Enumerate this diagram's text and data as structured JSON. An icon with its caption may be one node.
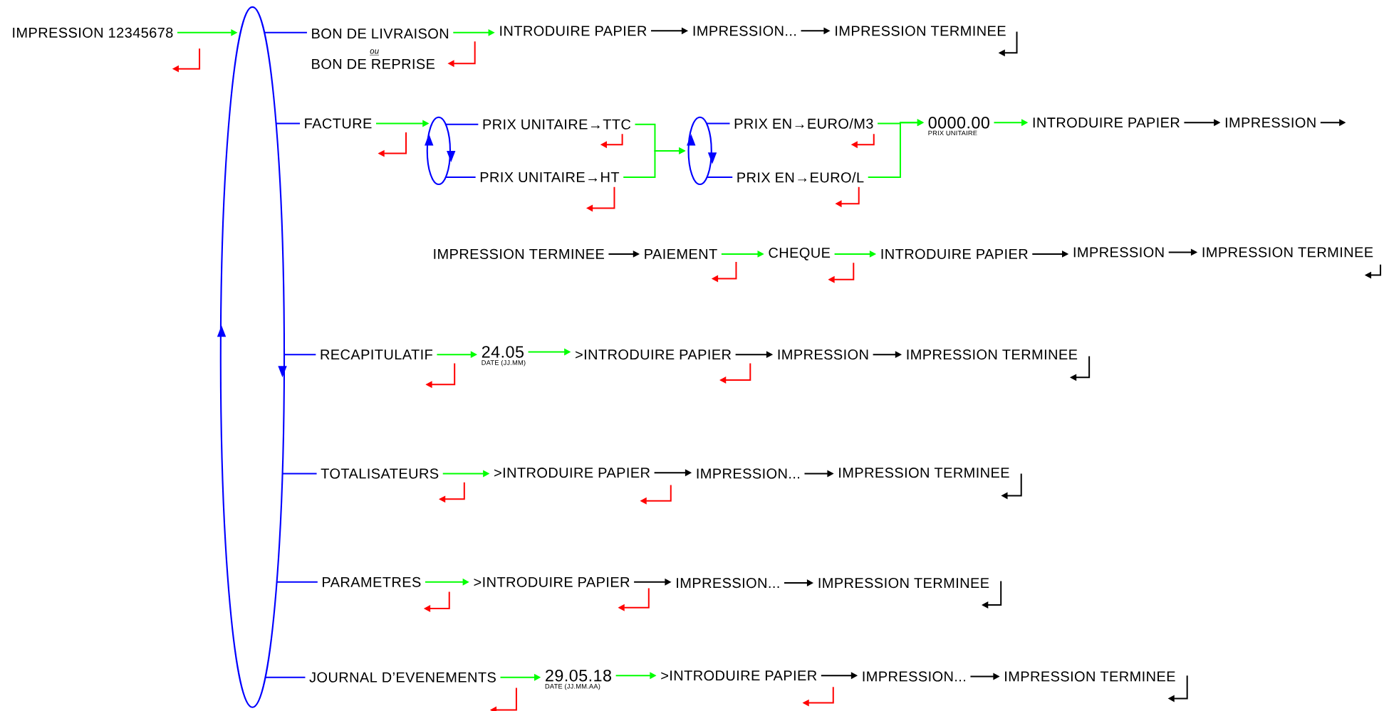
{
  "diagram": {
    "nodes": [
      {
        "text": [
          "IMPRESSION 12345678"
        ]
      },
      {
        "text": [],
        "shape": "ellipse"
      },
      {
        "text": [
          "BON DE LIVRAISON",
          "ou",
          "BON DE REPRISE"
        ]
      },
      {
        "text": [
          "INTRODUIRE PAPIER"
        ]
      },
      {
        "text": [
          "IMPRESSION..."
        ]
      },
      {
        "text": [
          "IMPRESSION TERMINEE"
        ]
      },
      {
        "text": [
          "FACTURE"
        ]
      },
      {
        "text": [],
        "shape": "ellipse"
      },
      {
        "text": [
          "PRIX UNITAIRE→TTC"
        ]
      },
      {
        "text": [
          "PRIX UNITAIRE→HT"
        ]
      },
      {
        "text": [],
        "shape": "ellipse"
      },
      {
        "text": [
          "PRIX EN→EURO/M3"
        ]
      },
      {
        "text": [
          "PRIX EN→EURO/L"
        ]
      },
      {
        "text": [
          "0000.00"
        ],
        "beside": [
          "PRIX UNITAIRE"
        ]
      },
      {
        "text": [
          "INTRODUIRE PAPIER"
        ]
      },
      {
        "text": [
          "IMPRESSION"
        ]
      },
      {
        "text": [
          "IMPRESSION TERMINEE"
        ]
      },
      {
        "text": [
          "PAIEMENT"
        ]
      },
      {
        "text": [
          "CHEQUE"
        ]
      },
      {
        "text": [
          "INTRODUIRE PAPIER"
        ]
      },
      {
        "text": [
          "IMPRESSION"
        ]
      },
      {
        "text": [
          "IMPRESSION TERMINEE"
        ]
      },
      {
        "text": [
          "RECAPITULATIF"
        ]
      },
      {
        "text": [
          "24.05"
        ],
        "beside": [
          "DATE (JJ.MM)"
        ]
      },
      {
        "text": [
          ">INTRODUIRE PAPIER"
        ]
      },
      {
        "text": [
          "IMPRESSION"
        ]
      },
      {
        "text": [
          "IMPRESSION TERMINEE"
        ]
      },
      {
        "text": [
          "TOTALISATEURS"
        ]
      },
      {
        "text": [
          ">INTRODUIRE PAPIER"
        ]
      },
      {
        "text": [
          "IMPRESSION..."
        ]
      },
      {
        "text": [
          "IMPRESSION TERMINEE"
        ]
      },
      {
        "text": [
          "PARAMETRES"
        ]
      },
      {
        "text": [
          ">INTRODUIRE PAPIER"
        ]
      },
      {
        "text": [
          "IMPRESSION..."
        ]
      },
      {
        "text": [
          "IMPRESSION TERMINEE"
        ]
      },
      {
        "text": [
          "JOURNAL D’EVENEMENTS"
        ]
      },
      {
        "text": [
          "29.05.18"
        ],
        "beside": [
          "DATE (JJ.MM.AA)"
        ]
      },
      {
        "text": [
          ">INTRODUIRE PAPIER"
        ]
      },
      {
        "text": [
          "IMPRESSION..."
        ]
      },
      {
        "text": [
          "IMPRESSION TERMINEE"
        ]
      }
    ],
    "edges": [
      {
        "from": 0,
        "to": 1,
        "arrow": "to",
        "color": "#00ff00"
      },
      {
        "from": 1,
        "to": 2,
        "arrow": "none",
        "color": "#0000ff"
      },
      {
        "from": 1,
        "to": 6,
        "arrow": "none",
        "color": "#0000ff"
      },
      {
        "from": 1,
        "to": 22,
        "arrow": "none",
        "color": "#0000ff"
      },
      {
        "from": 1,
        "to": 27,
        "arrow": "none",
        "color": "#0000ff"
      },
      {
        "from": 1,
        "to": 31,
        "arrow": "none",
        "color": "#0000ff"
      },
      {
        "from": 1,
        "to": 35,
        "arrow": "none",
        "color": "#0000ff"
      },
      {
        "from": 2,
        "to": 3,
        "arrow": "to",
        "color": "#00ff00"
      },
      {
        "from": 3,
        "to": 4,
        "arrow": "to",
        "color": "#000000"
      },
      {
        "from": 4,
        "to": 5,
        "arrow": "to",
        "color": "#000000"
      },
      {
        "from": 6,
        "to": 7,
        "arrow": "to",
        "color": "#00ff00"
      },
      {
        "from": 7,
        "to": 8,
        "arrow": "none",
        "color": "#0000ff"
      },
      {
        "from": 7,
        "to": 9,
        "arrow": "none",
        "color": "#0000ff"
      },
      {
        "from": 8,
        "to": 10,
        "arrow": "to",
        "color": "#00ff00"
      },
      {
        "from": 9,
        "to": 10,
        "arrow": "to",
        "color": "#00ff00"
      },
      {
        "from": 10,
        "to": 11,
        "arrow": "none",
        "color": "#0000ff"
      },
      {
        "from": 10,
        "to": 12,
        "arrow": "none",
        "color": "#0000ff"
      },
      {
        "from": 11,
        "to": 13,
        "arrow": "to",
        "color": "#00ff00"
      },
      {
        "from": 12,
        "to": 13,
        "arrow": "to",
        "color": "#00ff00"
      },
      {
        "from": 13,
        "to": 14,
        "arrow": "to",
        "color": "#00ff00"
      },
      {
        "from": 14,
        "to": 15,
        "arrow": "to",
        "color": "#000000"
      },
      {
        "from": 15,
        "to": null,
        "arrow": "to",
        "color": "#000000"
      },
      {
        "from": 16,
        "to": 17,
        "arrow": "to",
        "color": "#000000"
      },
      {
        "from": 17,
        "to": 18,
        "arrow": "to",
        "color": "#00ff00"
      },
      {
        "from": 18,
        "to": 19,
        "arrow": "to",
        "color": "#00ff00"
      },
      {
        "from": 19,
        "to": 20,
        "arrow": "to",
        "color": "#000000"
      },
      {
        "from": 20,
        "to": 21,
        "arrow": "to",
        "color": "#000000"
      },
      {
        "from": 22,
        "to": 23,
        "arrow": "to",
        "color": "#00ff00"
      },
      {
        "from": 23,
        "to": 24,
        "arrow": "to",
        "color": "#00ff00"
      },
      {
        "from": 24,
        "to": 25,
        "arrow": "to",
        "color": "#000000"
      },
      {
        "from": 25,
        "to": 26,
        "arrow": "to",
        "color": "#000000"
      },
      {
        "from": 27,
        "to": 28,
        "arrow": "to",
        "color": "#00ff00"
      },
      {
        "from": 28,
        "to": 29,
        "arrow": "to",
        "color": "#000000"
      },
      {
        "from": 29,
        "to": 30,
        "arrow": "to",
        "color": "#000000"
      },
      {
        "from": 31,
        "to": 32,
        "arrow": "to",
        "color": "#00ff00"
      },
      {
        "from": 32,
        "to": 33,
        "arrow": "to",
        "color": "#000000"
      },
      {
        "from": 33,
        "to": 34,
        "arrow": "to",
        "color": "#000000"
      },
      {
        "from": 35,
        "to": 36,
        "arrow": "to",
        "color": "#00ff00"
      },
      {
        "from": 36,
        "to": 37,
        "arrow": "to",
        "color": "#00ff00"
      },
      {
        "from": 37,
        "to": 38,
        "arrow": "to",
        "color": "#000000"
      },
      {
        "from": 38,
        "to": 39,
        "arrow": "to",
        "color": "#000000"
      }
    ]
  }
}
